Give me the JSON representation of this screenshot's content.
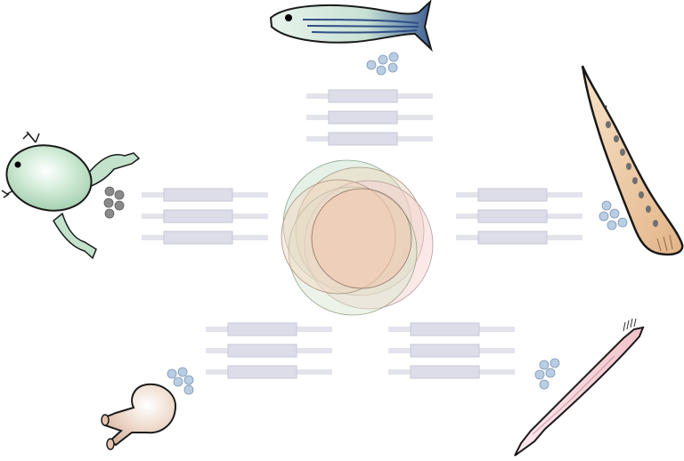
{
  "diagram": {
    "organisms": [
      {
        "id": "fish",
        "icon": "zebrafish-icon",
        "color": "#3b5f8a"
      },
      {
        "id": "lancelet",
        "icon": "lancelet-icon",
        "color": "#e7b98a"
      },
      {
        "id": "sea-pen",
        "icon": "hydrozoan-icon",
        "color": "#f2c6cf"
      },
      {
        "id": "sponge",
        "icon": "sponge-icon",
        "color": "#e8cdbd"
      },
      {
        "id": "frog",
        "icon": "frog-icon",
        "color": "#bfe0c8"
      }
    ],
    "cell_cluster_colors": {
      "fish": "#b9cde3",
      "lancelet": "#b9cde3",
      "sea-pen": "#b9cde3",
      "sponge": "#b9cde3",
      "frog": "#8a8a8a"
    },
    "gene_bar_color": "#dcdde8",
    "venn_colors": [
      "#cfe3d2",
      "#e9cdb2",
      "#f6cfcf",
      "#cfe0cc",
      "#f3d8c4",
      "#f0c9b2"
    ]
  }
}
